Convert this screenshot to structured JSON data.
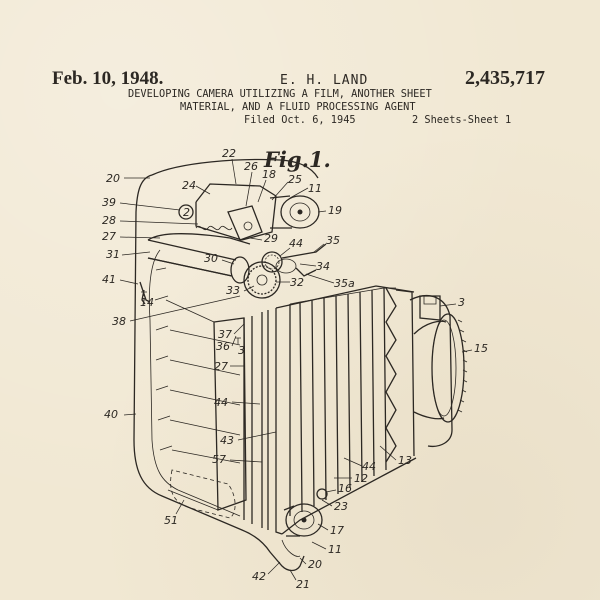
{
  "header": {
    "date": "Feb. 10, 1948.",
    "inventor": "E. H. LAND",
    "patent_number": "2,435,717",
    "title_line_1": "DEVELOPING CAMERA UTILIZING A FILM, ANOTHER SHEET",
    "title_line_2": "MATERIAL, AND A FLUID PROCESSING AGENT",
    "filed": "Filed Oct. 6, 1945",
    "sheet_info": "2 Sheets-Sheet 1"
  },
  "figure": {
    "label": "Fig.1.",
    "references": [
      "22",
      "26",
      "18",
      "25",
      "11",
      "19",
      "20",
      "24",
      "39",
      "2",
      "28",
      "29",
      "44",
      "35",
      "27",
      "31",
      "30",
      "34",
      "41",
      "33",
      "32",
      "35a",
      "14",
      "3",
      "38",
      "37",
      "36",
      "3",
      "27",
      "15",
      "40",
      "44",
      "43",
      "57",
      "44",
      "13",
      "12",
      "16",
      "23",
      "51",
      "17",
      "11",
      "20",
      "42",
      "21"
    ]
  }
}
